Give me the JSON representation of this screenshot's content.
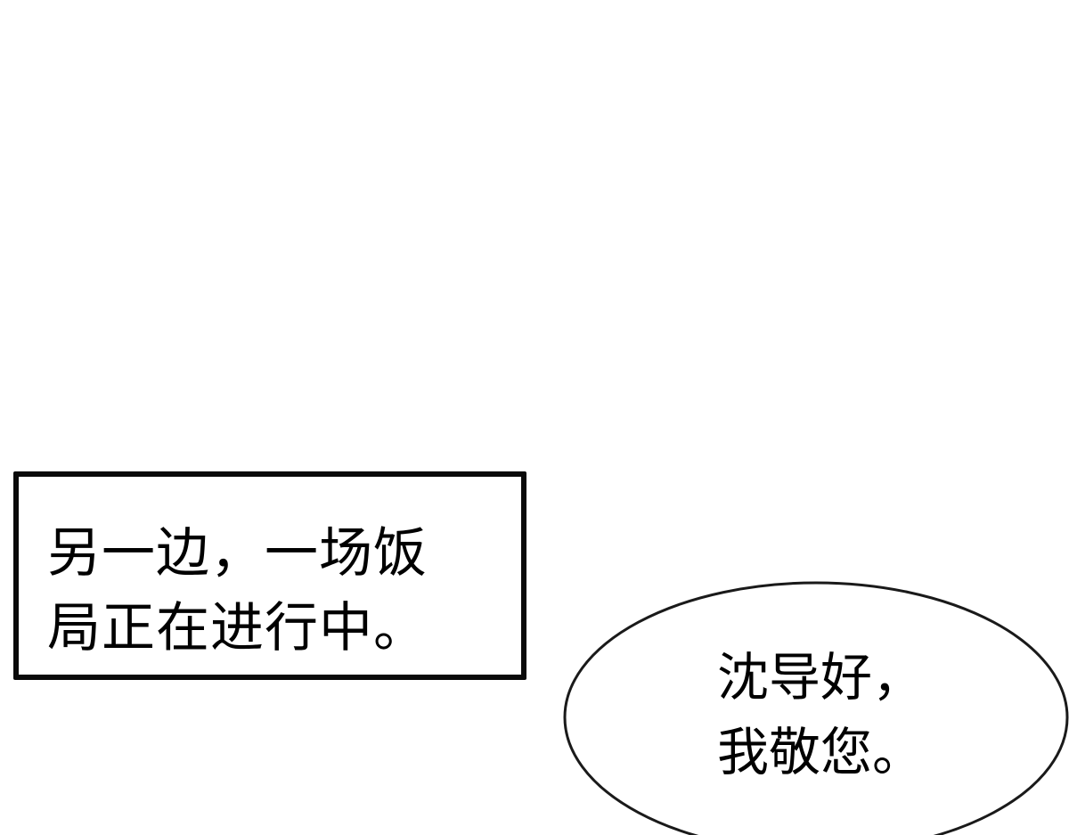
{
  "panel": {
    "background": "#ffffff"
  },
  "caption": {
    "lines": [
      "另一边，一场饭",
      "局正在进行中。"
    ],
    "border_color": "#0a0a0a"
  },
  "speech_bubble": {
    "lines": [
      "沈导好，",
      "我敬您。"
    ],
    "shape": "ellipse",
    "outline_color": "#1a1a1a"
  }
}
